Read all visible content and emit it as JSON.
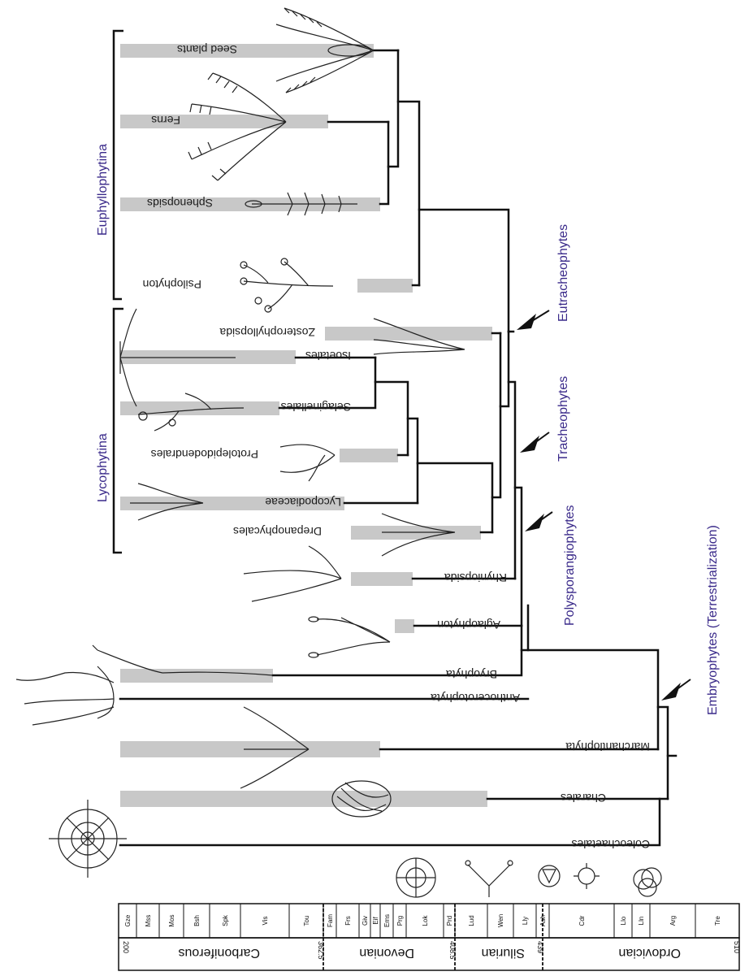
{
  "taxa": [
    {
      "id": "seed-plants",
      "label": "Seed plants"
    },
    {
      "id": "ferns",
      "label": "Ferns"
    },
    {
      "id": "sphenopsids",
      "label": "Sphenopsids"
    },
    {
      "id": "psilophyton",
      "label": "Psilophyton"
    },
    {
      "id": "zosterophyllopsida",
      "label": "Zosterophyllopsida"
    },
    {
      "id": "isoetales",
      "label": "Isoetales"
    },
    {
      "id": "selaginellales",
      "label": "Selaginellales"
    },
    {
      "id": "protolepidodendrales",
      "label": "Protolepidodendrales"
    },
    {
      "id": "lycopodiaceae",
      "label": "Lycopodiaceae"
    },
    {
      "id": "drepanophycales",
      "label": "Drepanophycales"
    },
    {
      "id": "rhyniopsida",
      "label": "Rhyniopsida"
    },
    {
      "id": "aglaophyton",
      "label": "Aglaophyton"
    },
    {
      "id": "bryophyta",
      "label": "Bryophyta"
    },
    {
      "id": "anthocerotophyta",
      "label": "Anthocerotophyta"
    },
    {
      "id": "marchantiophyta",
      "label": "Marchantiophyta"
    },
    {
      "id": "charales",
      "label": "Charales"
    },
    {
      "id": "coleochaetales",
      "label": "Coleochaetales"
    }
  ],
  "groups": {
    "euphyllophytina": "Euphyllophytina",
    "lycophytina": "Lycophytina"
  },
  "nodes": {
    "eutracheophytes": "Eutracheophytes",
    "tracheophytes": "Tracheophytes",
    "polysporangiophytes": "Polysporangiophytes",
    "embryophytes": "Embryophytes (Terrestrialization)"
  },
  "timescale": {
    "periods": [
      "Carboniferous",
      "Devonian",
      "Silurian",
      "Ordovician"
    ],
    "ages": [
      "200",
      "362.5",
      "408.5",
      "439",
      "510"
    ],
    "stages": [
      "Gze",
      "Mss",
      "Mos",
      "Bsh",
      "Spk",
      "Vis",
      "Tou",
      "Fam",
      "Frs",
      "Giv",
      "Eif",
      "Ems",
      "Prg",
      "Lok",
      "Prd",
      "Lud",
      "Wen",
      "Lly",
      "Ash",
      "Cdr",
      "Llo",
      "Lln",
      "Arg",
      "Tre"
    ]
  },
  "colors": {
    "range_bar": "#c8c8c8",
    "line": "#111111",
    "group_text": "#3a2a8a"
  }
}
